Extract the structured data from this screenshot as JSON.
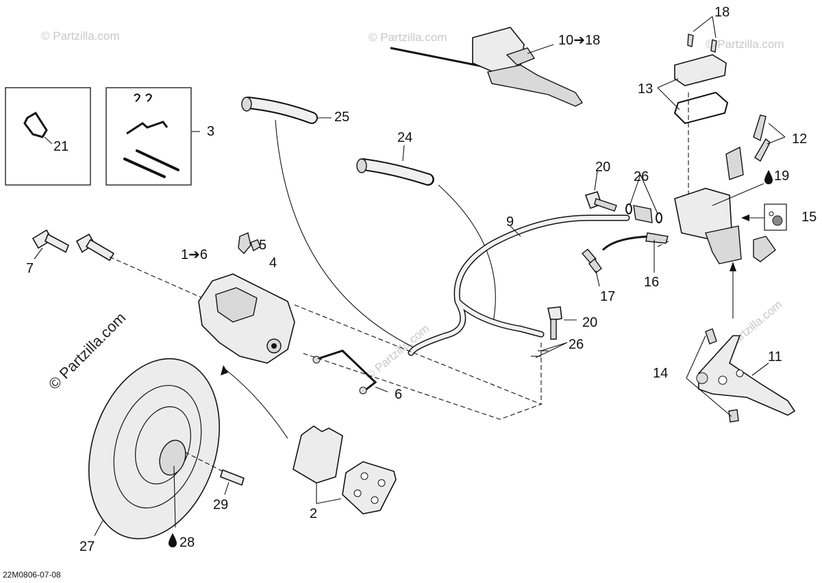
{
  "watermark": "© Partzilla.com",
  "diagram_ref": "22M0806-07-08",
  "callouts": {
    "c1": "1➔6",
    "c2": "2",
    "c3": "3",
    "c4": "4",
    "c5": "5",
    "c6": "6",
    "c7": "7",
    "c9": "9",
    "c10": "10➔18",
    "c11": "11",
    "c12": "12",
    "c13": "13",
    "c14": "14",
    "c15": "15",
    "c16": "16",
    "c17": "17",
    "c18": "18",
    "c19": "19",
    "c20a": "20",
    "c20b": "20",
    "c21": "21",
    "c24": "24",
    "c25": "25",
    "c26a": "26",
    "c26b": "26",
    "c27": "27",
    "c28": "28",
    "c29": "29"
  },
  "icons": {
    "fluid": "drop-icon",
    "lubricant": "grease-icon"
  }
}
